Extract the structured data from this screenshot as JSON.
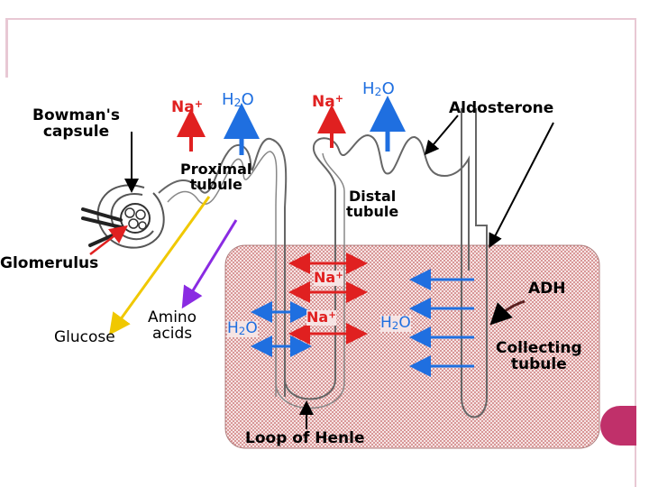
{
  "labels": {
    "bowmans_capsule": [
      "Bowman's",
      "capsule"
    ],
    "glomerulus": "Glomerulus",
    "proximal_tubule": [
      "Proximal",
      "tubule"
    ],
    "distal_tubule": [
      "Distal",
      "tubule"
    ],
    "aldosterone": "Aldosterone",
    "adh": "ADH",
    "collecting_tubule": [
      "Collecting",
      "tubule"
    ],
    "loop_of_henle": "Loop of Henle",
    "glucose": "Glucose",
    "amino_acids": [
      "Amino",
      "acids"
    ]
  },
  "ions": {
    "sodium": "Na",
    "sodium_charge": "+",
    "water_h": "H",
    "water_sub": "2",
    "water_o": "O"
  },
  "colors": {
    "sodium": "#e02020",
    "water": "#1f6fe0",
    "glucose": "#f0c800",
    "amino_acids": "#8a2be2",
    "medulla_fill": "#f2dcdc",
    "accent_circle": "#c0306a"
  }
}
